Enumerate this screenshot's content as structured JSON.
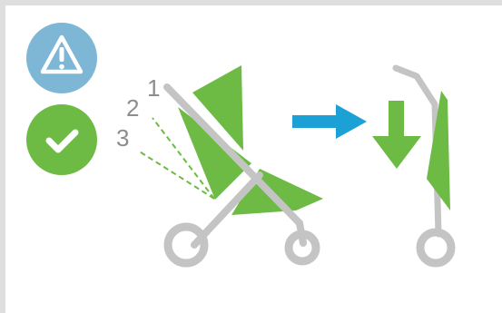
{
  "labels": {
    "recline_1": "1",
    "recline_2": "2",
    "recline_3": "3"
  },
  "icons": {
    "warning": "warning-triangle-icon",
    "check": "checkmark-icon",
    "arrow_right": "arrow-right-icon",
    "arrow_down": "arrow-down-icon"
  },
  "colors": {
    "green": "#6dbb45",
    "blue_arrow": "#1ba1d6",
    "warning_bg": "#7eb6d6",
    "frame": "#8d8d8d"
  }
}
